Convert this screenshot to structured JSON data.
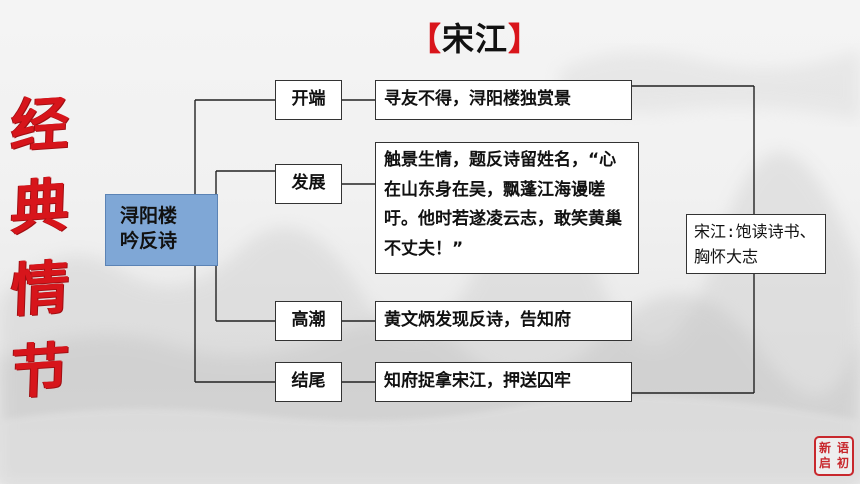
{
  "title": {
    "bracket_left": "【",
    "name": "宋江",
    "bracket_right": "】"
  },
  "vertical_title": [
    "经",
    "典",
    "情",
    "节"
  ],
  "root": {
    "line1": "浔阳楼",
    "line2": "吟反诗"
  },
  "stages": [
    {
      "label": "开端",
      "content": "寻友不得，浔阳楼独赏景"
    },
    {
      "label": "发展",
      "content": "触景生情，题反诗留姓名，“心在山东身在吴，飘蓬江海谩嗟吁。他时若遂凌云志，敢笑黄巢不丈夫！”"
    },
    {
      "label": "高潮",
      "content": "黄文炳发现反诗，告知府"
    },
    {
      "label": "结尾",
      "content": "知府捉拿宋江，押送囚牢"
    }
  ],
  "summary": "宋江:饱读诗书、胸怀大志",
  "seal": [
    "新",
    "语",
    "启",
    "初"
  ],
  "colors": {
    "accent_red": "#d7151b",
    "root_blue": "#7fa7d6",
    "seal_red": "#c8282d"
  }
}
